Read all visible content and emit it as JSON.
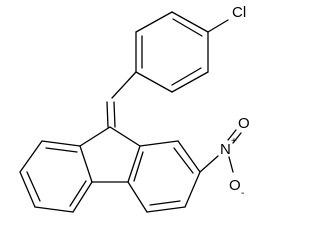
{
  "molecule": {
    "atoms": {
      "chlorine": "Cl",
      "nitro_nitrogen": "N",
      "nitro_plus": "+",
      "nitro_oxygen_double": "O",
      "nitro_oxygen_single": "O",
      "nitro_minus": "-"
    },
    "colors": {
      "ink": "#000000",
      "background": "#ffffff"
    }
  }
}
